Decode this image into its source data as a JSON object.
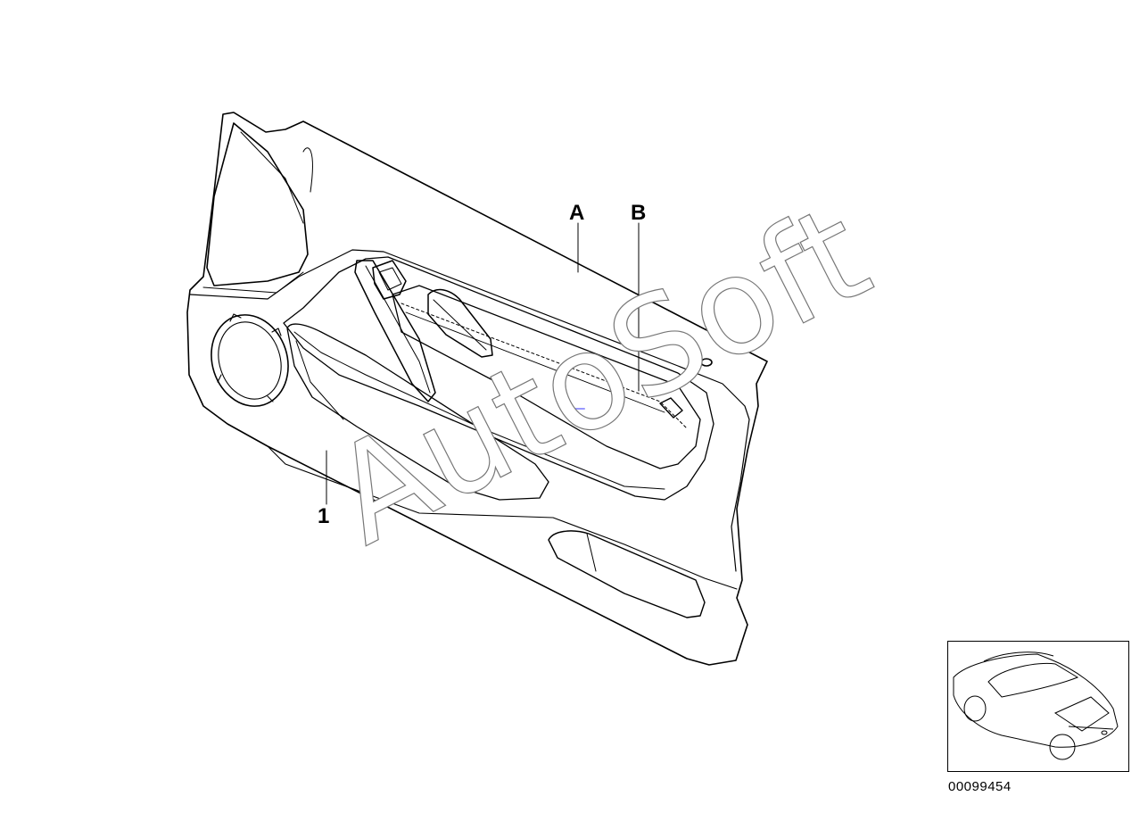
{
  "diagram": {
    "labels": {
      "a": "A",
      "b": "B",
      "one": "1"
    },
    "part_number": "00099454",
    "watermark_text": "AutoSoft",
    "thumbnail_icon": "car-silhouette-icon"
  }
}
